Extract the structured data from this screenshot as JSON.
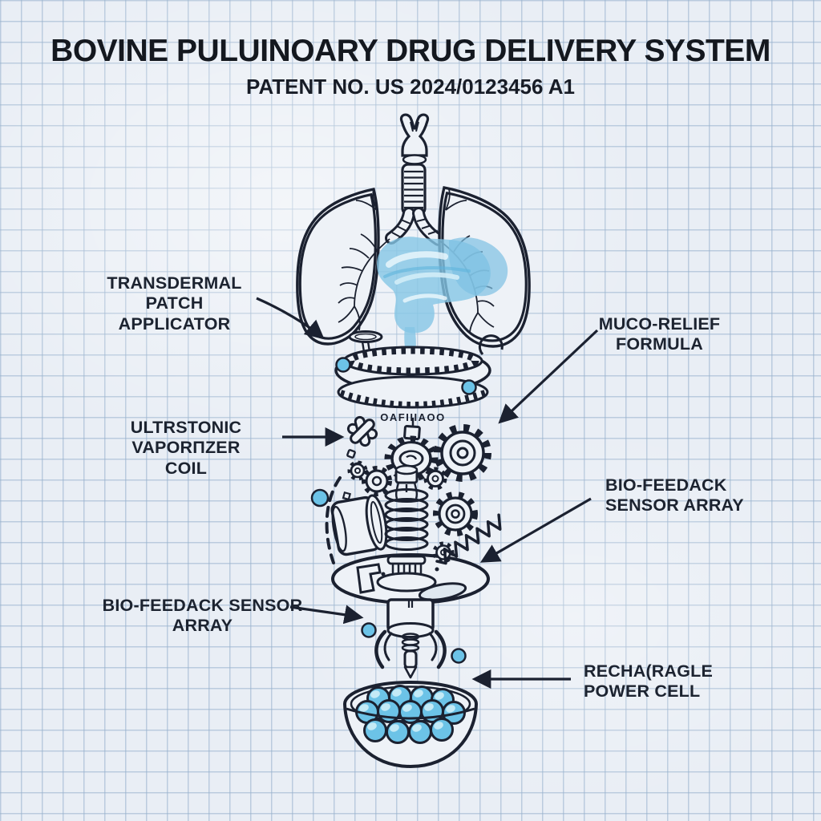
{
  "page": {
    "title": "BOVINE PULUINOARY DRUG DELIVERY SYSTEM",
    "patent_no": "PATENT NO. US 2024/0123456 A1"
  },
  "labels": {
    "transdermal": {
      "text": "TRANSDERMAL PATCH\nAPPLICATOR"
    },
    "muco": {
      "text": "MUCO-RELIEF\nFORMULA"
    },
    "vaporizer": {
      "text": "ULTRSTONIC VAPORΠZER\nCOIL"
    },
    "biofeedback_right": {
      "text": "BIO-FEEDACK\nSENSOR ARRAY"
    },
    "biofeedback_left": {
      "text": "BIO-FEEDACK SENSOR\nARRAY"
    },
    "power": {
      "text": "RECHA(RAGLE\nPOWER CELL"
    }
  },
  "device": {
    "etching": "OAFIIIAOO",
    "parts": [
      "lungs",
      "trachea",
      "formula-swirl",
      "pin",
      "vaporizer-disc",
      "coil-asterisk",
      "gear-train",
      "spring-column",
      "drum-cylinder",
      "sensor-platform",
      "actuator-claw",
      "power-cell-bowl",
      "pellets"
    ]
  },
  "colors": {
    "ink": "#1b2130",
    "paper": "#eef2f7",
    "grid_line": "#94afcc",
    "accent_blue": "#6cc3e7",
    "accent_blue_light": "#c4eaf6",
    "swirl_blue": "#85c6e5",
    "title_color": "#14181f"
  }
}
